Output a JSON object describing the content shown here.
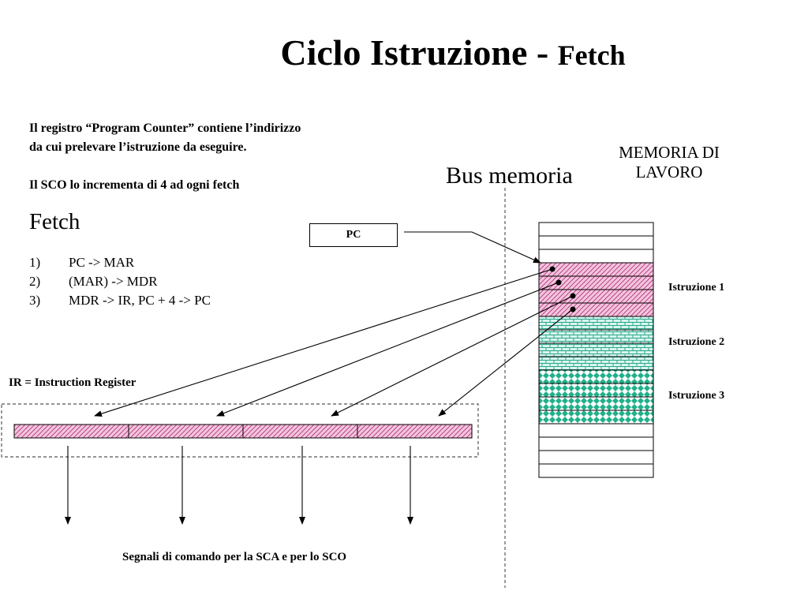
{
  "slide": {
    "title": "Ciclo Istruzione -",
    "title_suffix": "Fetch",
    "description_line1": "Il registro “Program Counter” contiene l’indirizzo",
    "description_line2": "da cui prelevare l’istruzione da eseguire.",
    "sco_note": "Il SCO lo incrementa di 4 ad ogni fetch",
    "fetch_heading": "Fetch",
    "steps": [
      {
        "num": "1)",
        "text": "PC -> MAR"
      },
      {
        "num": "2)",
        "text": "(MAR) -> MDR"
      },
      {
        "num": "3)",
        "text": "MDR -> IR,  PC + 4 -> PC"
      }
    ]
  },
  "diagram": {
    "bus_label": "Bus memoria",
    "memory_label": "MEMORIA DI LAVORO",
    "pc_label": "PC",
    "instructions": [
      "Istruzione 1",
      "Istruzione 2",
      "Istruzione 3"
    ],
    "ir_label": "IR = Instruction Register",
    "signals_label": "Segnali di comando per la SCA e per lo SCO"
  },
  "colors": {
    "instr1_fill": "#f2c4df",
    "instr1_hatch": "#b0306e",
    "instr2_fill": "#d9f5ee",
    "instr2_pattern": "#2aa88c",
    "instr3_fill": "#ffffff",
    "instr3_pattern": "#20b08a"
  }
}
